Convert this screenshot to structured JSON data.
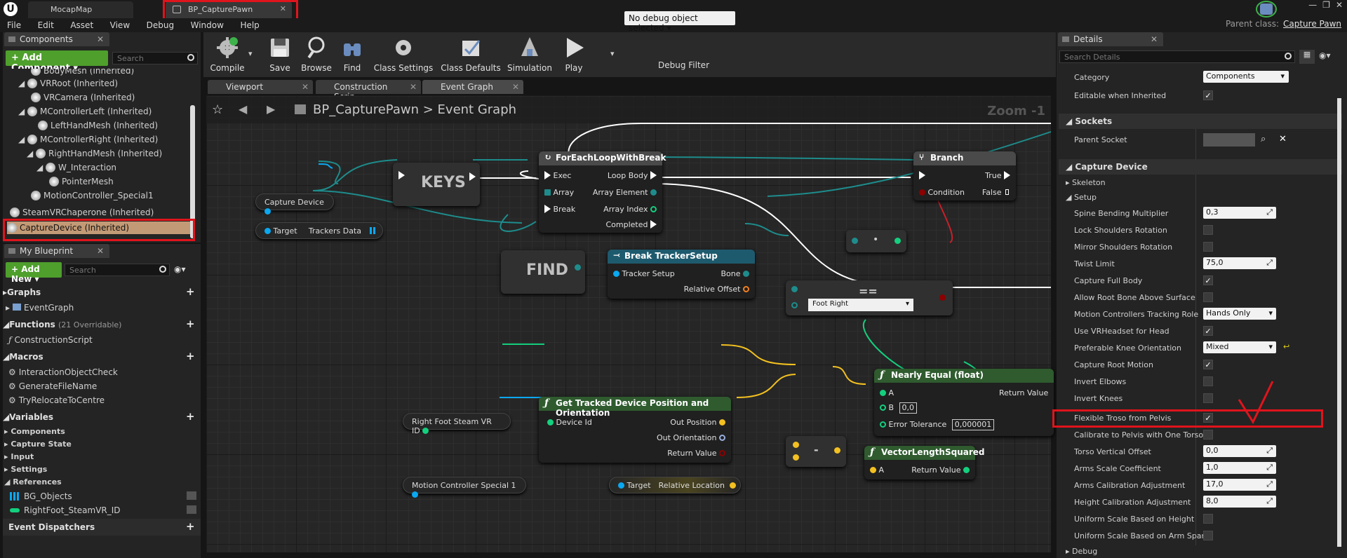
{
  "titlebar": {
    "tabs": [
      {
        "label": "MocapMap"
      },
      {
        "label": "BP_CapturePawn"
      }
    ]
  },
  "menu": [
    "File",
    "Edit",
    "Asset",
    "View",
    "Debug",
    "Window",
    "Help"
  ],
  "parent_class": {
    "label": "Parent class:",
    "value": "Capture Pawn"
  },
  "components": {
    "tab": "Components",
    "add_label": "+ Add Component ▾",
    "search_placeholder": "Search",
    "items": [
      "BodyMesh (Inherited)",
      "VRRoot (Inherited)",
      "VRCamera (Inherited)",
      "MControllerLeft (Inherited)",
      "LeftHandMesh (Inherited)",
      "MControllerRight (Inherited)",
      "RightHandMesh (Inherited)",
      "W_Interaction",
      "PointerMesh",
      "MotionController_Special1",
      "SteamVRChaperone (Inherited)",
      "CaptureDevice (Inherited)"
    ]
  },
  "blueprint": {
    "tab": "My Blueprint",
    "add_label": "+ Add New ▾",
    "search_placeholder": "Search",
    "graphs": "Graphs",
    "graph_items": [
      "EventGraph"
    ],
    "functions": "Functions",
    "functions_count": "(21 Overridable)",
    "function_items": [
      "ConstructionScript"
    ],
    "macros": "Macros",
    "macro_items": [
      "InteractionObjectCheck",
      "GenerateFileName",
      "TryRelocateToCentre"
    ],
    "variables": "Variables",
    "variable_groups": [
      "Components",
      "Capture State",
      "Input",
      "Settings",
      "References"
    ],
    "variable_items": [
      "BG_Objects",
      "RightFoot_SteamVR_ID"
    ],
    "dispatchers": "Event Dispatchers"
  },
  "toolbar": {
    "buttons": [
      "Compile",
      "Save",
      "Browse",
      "Find",
      "Class Settings",
      "Class Defaults",
      "Simulation",
      "Play"
    ],
    "debug_select": "No debug object selected",
    "debug_label": "Debug Filter"
  },
  "graph_tabs": [
    "Viewport",
    "Construction Scrip",
    "Event Graph"
  ],
  "graph": {
    "crumb_root": "BP_CapturePawn",
    "crumb_sep": ">",
    "crumb_leaf": "Event Graph",
    "zoom": "Zoom -1"
  },
  "nodes": {
    "capture_device": "Capture Device",
    "target_var": {
      "target": "Target",
      "trackers": "Trackers Data"
    },
    "keys": "KEYS",
    "find": "FIND",
    "eq": "==",
    "sub": "-",
    "dotnode": "•",
    "foreach": {
      "title": "ForEachLoopWithBreak",
      "exec": "Exec",
      "array": "Array",
      "break": "Break",
      "loop_body": "Loop Body",
      "array_element": "Array Element",
      "array_index": "Array Index",
      "completed": "Completed"
    },
    "branch": {
      "title": "Branch",
      "condition": "Condition",
      "true": "True",
      "false": "False"
    },
    "break_tracker": {
      "title": "Break TrackerSetup",
      "tracker": "Tracker Setup",
      "bone": "Bone",
      "offset": "Relative Offset"
    },
    "foot_right": "Foot Right",
    "nearly_equal": {
      "title": "Nearly Equal (float)",
      "a": "A",
      "b": "B",
      "b_val": "0,0",
      "tol": "Error Tolerance",
      "tol_val": "0,000001",
      "ret": "Return Value"
    },
    "get_tracked": {
      "title": "Get Tracked Device Position and Orientation",
      "device": "Device Id",
      "pos": "Out Position",
      "orient": "Out Orientation",
      "ret": "Return Value"
    },
    "right_foot_var": "Right Foot Steam VR ID",
    "motion_var": "Motion Controller Special 1",
    "rel_loc": {
      "target": "Target",
      "rel": "Relative Location"
    },
    "vlen": {
      "title": "VectorLengthSquared",
      "a": "A",
      "ret": "Return Value"
    }
  },
  "details": {
    "tab": "Details",
    "search_placeholder": "Search Details",
    "category": {
      "label": "Category",
      "value": "Components"
    },
    "editable": {
      "label": "Editable when Inherited",
      "checked": true
    },
    "sockets": "Sockets",
    "parent_socket": "Parent Socket",
    "capture_device": "Capture Device",
    "skeleton": "Skeleton",
    "setup": "Setup",
    "debug": "Debug",
    "rows": [
      {
        "label": "Spine Bending Multiplier",
        "value": "0,3",
        "kind": "num"
      },
      {
        "label": "Lock Shoulders Rotation",
        "value": "",
        "kind": "chk",
        "checked": false
      },
      {
        "label": "Mirror Shoulders Rotation",
        "value": "",
        "kind": "chk",
        "checked": false
      },
      {
        "label": "Twist Limit",
        "value": "75,0",
        "kind": "num"
      },
      {
        "label": "Capture Full Body",
        "value": "",
        "kind": "chk",
        "checked": true
      },
      {
        "label": "Allow Root Bone Above Surface",
        "value": "",
        "kind": "chk",
        "checked": false
      },
      {
        "label": "Motion Controllers Tracking Role",
        "value": "Hands Only",
        "kind": "sel"
      },
      {
        "label": "Use VRHeadset for Head",
        "value": "",
        "kind": "chk",
        "checked": true
      },
      {
        "label": "Preferable Knee Orientation",
        "value": "Mixed",
        "kind": "sel"
      },
      {
        "label": "Capture Root Motion",
        "value": "",
        "kind": "chk",
        "checked": true
      },
      {
        "label": "Invert Elbows",
        "value": "",
        "kind": "chk",
        "checked": false
      },
      {
        "label": "Invert Knees",
        "value": "",
        "kind": "chk",
        "checked": false
      },
      {
        "label": "Flexible Troso from Pelvis",
        "value": "",
        "kind": "chk",
        "checked": true
      },
      {
        "label": "Calibrate to Pelvis with One Torso T",
        "value": "",
        "kind": "chk",
        "checked": false
      },
      {
        "label": "Torso Vertical Offset",
        "value": "0,0",
        "kind": "num"
      },
      {
        "label": "Arms Scale Coefficient",
        "value": "1,0",
        "kind": "num"
      },
      {
        "label": "Arms Calibration Adjustment",
        "value": "17,0",
        "kind": "num"
      },
      {
        "label": "Height Calibration Adjustment",
        "value": "8,0",
        "kind": "num"
      },
      {
        "label": "Uniform Scale Based on Height",
        "value": "",
        "kind": "chk",
        "checked": false
      },
      {
        "label": "Uniform Scale Based on Arm Span",
        "value": "",
        "kind": "chk",
        "checked": false
      }
    ]
  },
  "colors": {
    "exec": "#ffffff",
    "struct": "#1e8c8c",
    "int": "#13d07e",
    "vector": "#f2c020",
    "bool": "#8b0000",
    "object": "#0aa8f0",
    "highlight": "#e0141c"
  }
}
